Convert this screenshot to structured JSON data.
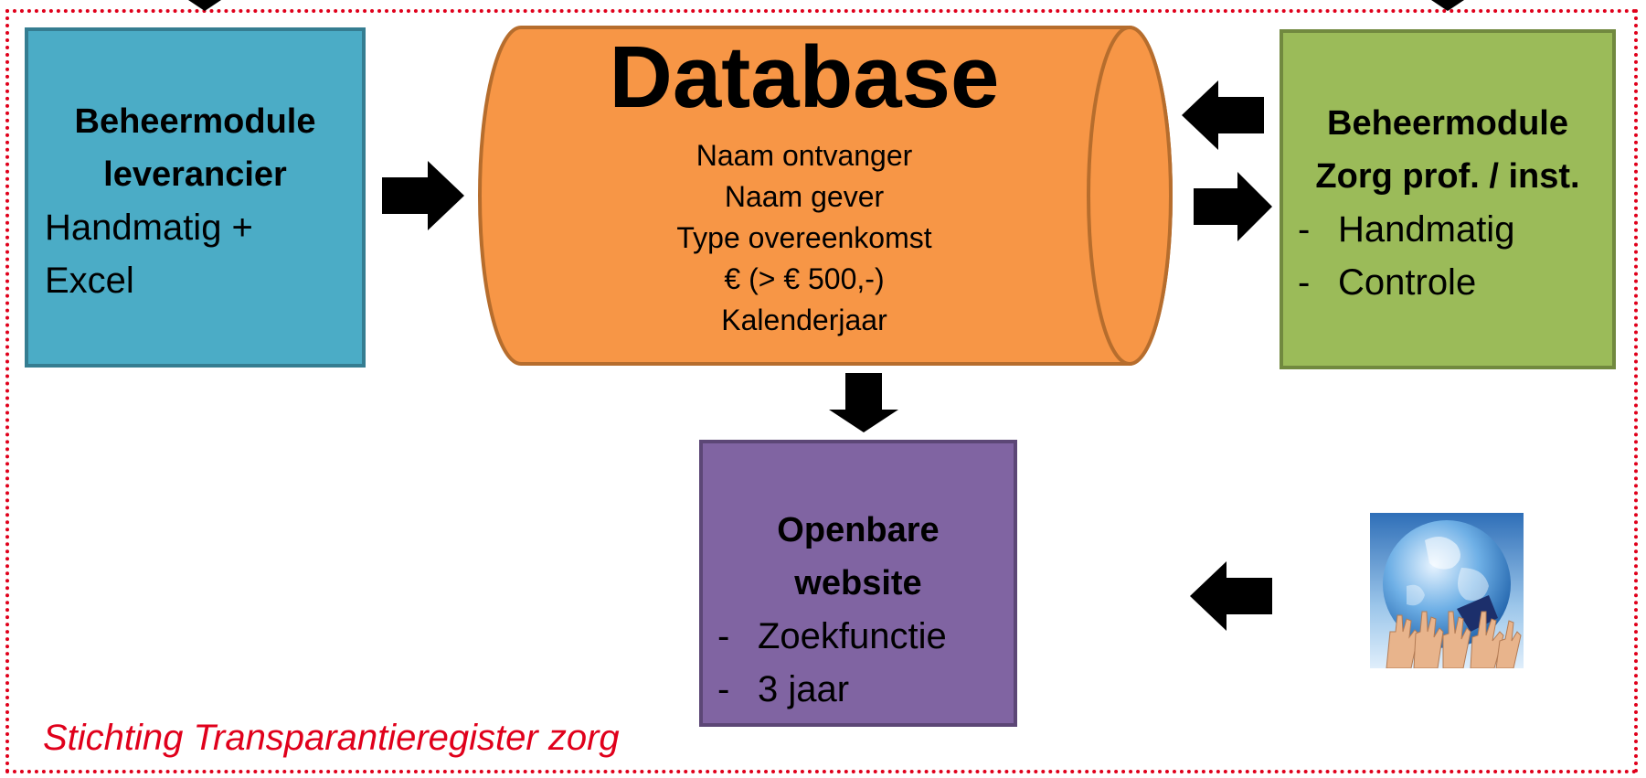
{
  "blue_box": {
    "title_line1": "Beheermodule",
    "title_line2": "leverancier",
    "text_line1": "Handmatig +",
    "text_line2": "Excel"
  },
  "database": {
    "title": "Database",
    "fields": [
      "Naam ontvanger",
      "Naam gever",
      "Type overeenkomst",
      "€ (> € 500,-)",
      "Kalenderjaar"
    ]
  },
  "green_box": {
    "title_line1": "Beheermodule",
    "title_line2": "Zorg prof. / inst.",
    "items": [
      "Handmatig",
      "Controle"
    ]
  },
  "purple_box": {
    "title_line1": "Openbare",
    "title_line2": "website",
    "items": [
      "Zoekfunctie",
      "3 jaar"
    ]
  },
  "bullet_symbol": "-",
  "footer": "Stichting Transparantieregister zorg",
  "colors": {
    "frame": "#e0001b",
    "blue": "#4bacc6",
    "orange": "#f79646",
    "green": "#9bbb59",
    "purple": "#8064a2",
    "arrow": "#000000"
  },
  "icons": [
    "arrow-right-icon",
    "arrow-left-icon",
    "arrow-down-icon",
    "globe-hands-image"
  ]
}
